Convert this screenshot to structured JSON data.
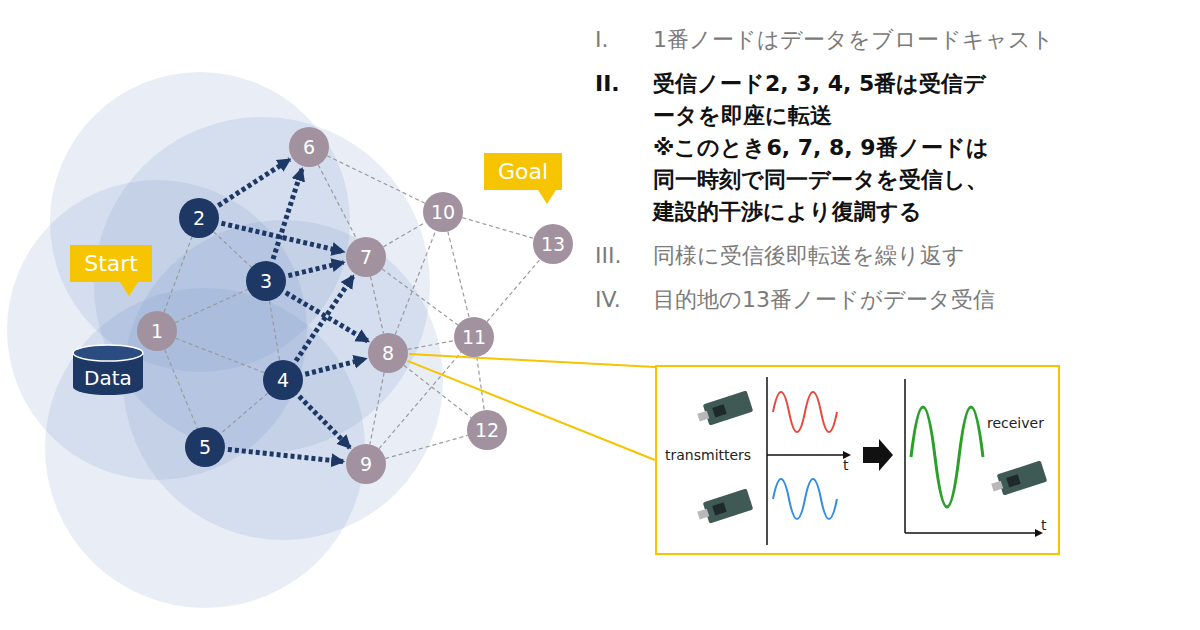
{
  "diagram": {
    "nodes": [
      {
        "text": [
          "1"
        ]
      },
      {
        "text": [
          "2"
        ]
      },
      {
        "text": [
          "3"
        ]
      },
      {
        "text": [
          "4"
        ]
      },
      {
        "text": [
          "5"
        ]
      },
      {
        "text": [
          "6"
        ]
      },
      {
        "text": [
          "7"
        ]
      },
      {
        "text": [
          "8"
        ]
      },
      {
        "text": [
          "9"
        ]
      },
      {
        "text": [
          "10"
        ]
      },
      {
        "text": [
          "11"
        ]
      },
      {
        "text": [
          "12"
        ]
      },
      {
        "text": [
          "13"
        ]
      },
      {
        "text": [
          "Start"
        ]
      },
      {
        "text": [
          "Goal"
        ]
      },
      {
        "text": [
          "Data"
        ]
      },
      {
        "text": [
          "transmitters",
          "receiver",
          "t",
          "t"
        ]
      }
    ],
    "edges": [
      {
        "from": 0,
        "to": 1,
        "arrow": "none"
      },
      {
        "from": 0,
        "to": 2,
        "arrow": "none"
      },
      {
        "from": 0,
        "to": 3,
        "arrow": "none"
      },
      {
        "from": 0,
        "to": 4,
        "arrow": "none"
      },
      {
        "from": 1,
        "to": 2,
        "arrow": "none"
      },
      {
        "from": 2,
        "to": 3,
        "arrow": "none"
      },
      {
        "from": 3,
        "to": 4,
        "arrow": "none"
      },
      {
        "from": 5,
        "to": 6,
        "arrow": "none"
      },
      {
        "from": 5,
        "to": 9,
        "arrow": "none"
      },
      {
        "from": 6,
        "to": 9,
        "arrow": "none"
      },
      {
        "from": 6,
        "to": 7,
        "arrow": "none"
      },
      {
        "from": 6,
        "to": 10,
        "arrow": "none"
      },
      {
        "from": 7,
        "to": 9,
        "arrow": "none"
      },
      {
        "from": 7,
        "to": 10,
        "arrow": "none"
      },
      {
        "from": 7,
        "to": 11,
        "arrow": "none"
      },
      {
        "from": 7,
        "to": 8,
        "arrow": "none"
      },
      {
        "from": 8,
        "to": 10,
        "arrow": "none"
      },
      {
        "from": 8,
        "to": 11,
        "arrow": "none"
      },
      {
        "from": 9,
        "to": 10,
        "arrow": "none"
      },
      {
        "from": 9,
        "to": 12,
        "arrow": "none"
      },
      {
        "from": 10,
        "to": 12,
        "arrow": "none"
      },
      {
        "from": 10,
        "to": 11,
        "arrow": "none"
      },
      {
        "from": 1,
        "to": 5,
        "arrow": "to"
      },
      {
        "from": 1,
        "to": 6,
        "arrow": "to"
      },
      {
        "from": 2,
        "to": 5,
        "arrow": "to"
      },
      {
        "from": 2,
        "to": 6,
        "arrow": "to"
      },
      {
        "from": 2,
        "to": 7,
        "arrow": "to"
      },
      {
        "from": 3,
        "to": 6,
        "arrow": "to"
      },
      {
        "from": 3,
        "to": 7,
        "arrow": "to"
      },
      {
        "from": 3,
        "to": 8,
        "arrow": "to"
      },
      {
        "from": 4,
        "to": 8,
        "arrow": "to"
      },
      {
        "from": 7,
        "to": 16,
        "arrow": "none"
      }
    ],
    "labels": [
      "I.",
      "1番ノードはデータをブロードキャスト",
      "II.",
      "受信ノード2, 3, 4, 5番は受信データを即座に転送",
      "※このとき6, 7, 8, 9番ノードは同一時刻で同一データを受信し、建設的干渉により復調する",
      "III.",
      "同様に受信後即転送を繰り返す",
      "IV.",
      "目的地の13番ノードがデータ受信"
    ]
  }
}
